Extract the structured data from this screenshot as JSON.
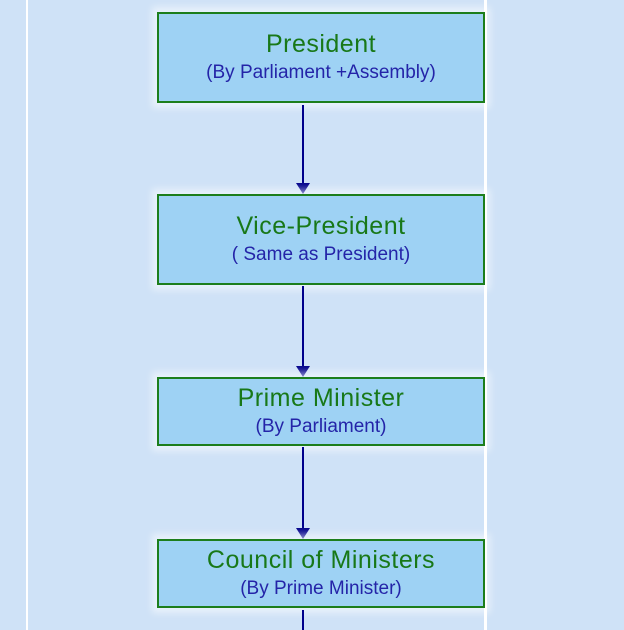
{
  "diagram": {
    "title": "Executive hierarchy flowchart",
    "colors": {
      "background": "#cfe2f7",
      "box_fill": "#9ed2f4",
      "box_border": "#1c7e1c",
      "title_text": "#187818",
      "subtitle_text": "#2424a8",
      "arrow": "#00008b"
    },
    "nodes": [
      {
        "title": "President",
        "subtitle": "(By Parliament +Assembly)"
      },
      {
        "title": "Vice-President",
        "subtitle": "( Same as President)"
      },
      {
        "title": "Prime Minister",
        "subtitle": "(By Parliament)"
      },
      {
        "title": "Council of Ministers",
        "subtitle": "(By Prime Minister)"
      }
    ]
  }
}
